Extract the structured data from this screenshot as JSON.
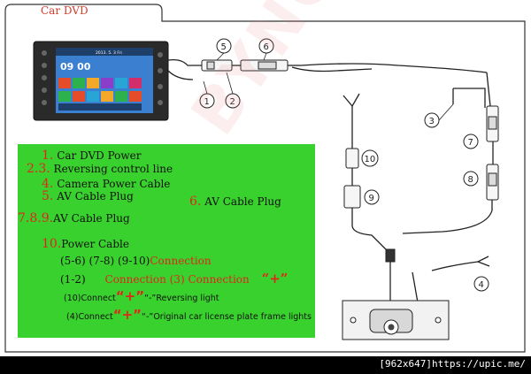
{
  "title": "Car DVD",
  "watermark": "BYNCG",
  "stereo": {
    "clock": "09 00",
    "date": "2013. 5. 3 Fri"
  },
  "callouts": [
    "5",
    "6",
    "1",
    "2",
    "3",
    "7",
    "8",
    "10",
    "9",
    "4"
  ],
  "legend": {
    "l1_num": "1.",
    "l1_text": "Car DVD Power",
    "l2_num": "2.3.",
    "l2_text": "Reversing control line",
    "l3_num": "4.",
    "l3_text": "Camera Power Cable",
    "l4_num": "5.",
    "l4_text": "AV Cable Plug",
    "l5_num": "6.",
    "l5_text": "AV Cable Plug",
    "l6_num": "7.8.9.",
    "l6_text": "AV Cable Plug",
    "l7_num": "10.",
    "l7_text": "Power Cable",
    "l8_pairs": "(5-6) (7-8) (9-10)",
    "l8_conn": "Connection",
    "l9_a": "(1-2)",
    "l9_b": "Connection (3) Connection",
    "l9_plus": "“+”",
    "l10_prefix": "(10)Connect",
    "l10_plus": "“+”",
    "l10_minus": "“-”",
    "l10_text": "Reversing light",
    "l11_prefix": "(4)Connect",
    "l11_plus": "“+”",
    "l11_minus": "“-”",
    "l11_text": "Original car license plate frame lights"
  },
  "footer": "[962x647]https://upic.me/"
}
